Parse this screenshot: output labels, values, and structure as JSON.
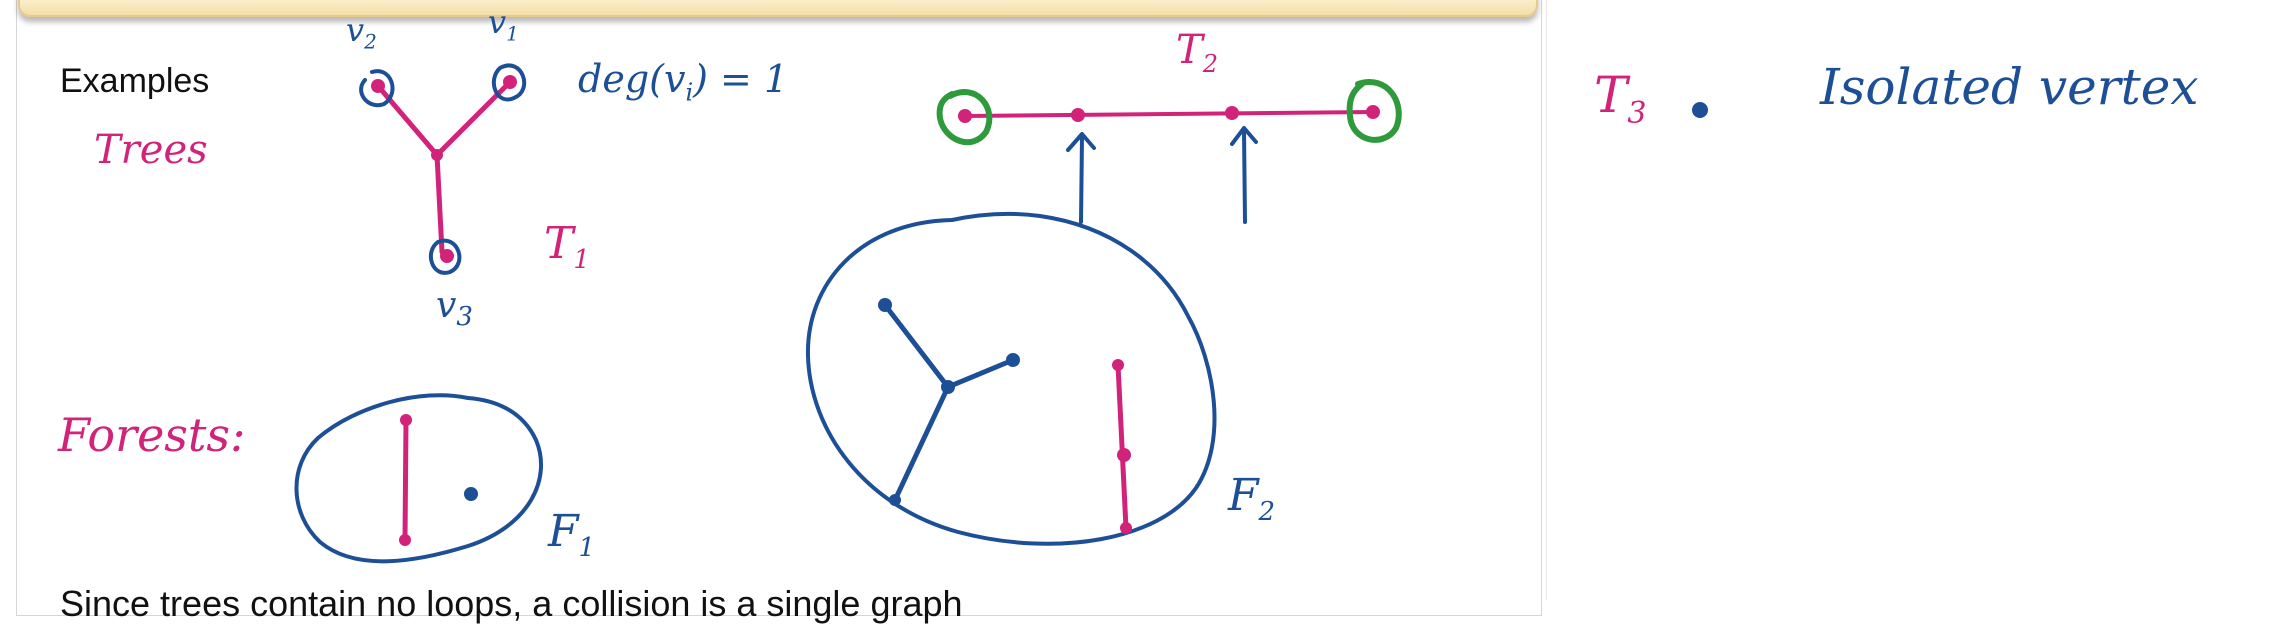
{
  "slide": {
    "heading": "Examples",
    "bottom_line_partial": "Since trees contain no loops, a collision is a single graph",
    "accent_colors": {
      "tree_ink": "#d1237a",
      "annotation_ink": "#1d4f96",
      "leaf_highlight": "#2e9a3c",
      "title_bar": "#f3dfa6"
    }
  },
  "annotations": {
    "trees_label": "Trees",
    "v1": "v",
    "v1_sub": "1",
    "v2": "v",
    "v2_sub": "2",
    "v3": "v",
    "v3_sub": "3",
    "deg_text": "deg(v",
    "deg_sub": "i",
    "deg_rest": ") = 1",
    "t1": "T",
    "t1_sub": "1",
    "t2": "T",
    "t2_sub": "2",
    "forests_label": "Forests:",
    "f1": "F",
    "f1_sub": "1",
    "f2": "F",
    "f2_sub": "2"
  },
  "side_note": {
    "t3": "T",
    "t3_sub": "3",
    "text": "Isolated vertex"
  }
}
